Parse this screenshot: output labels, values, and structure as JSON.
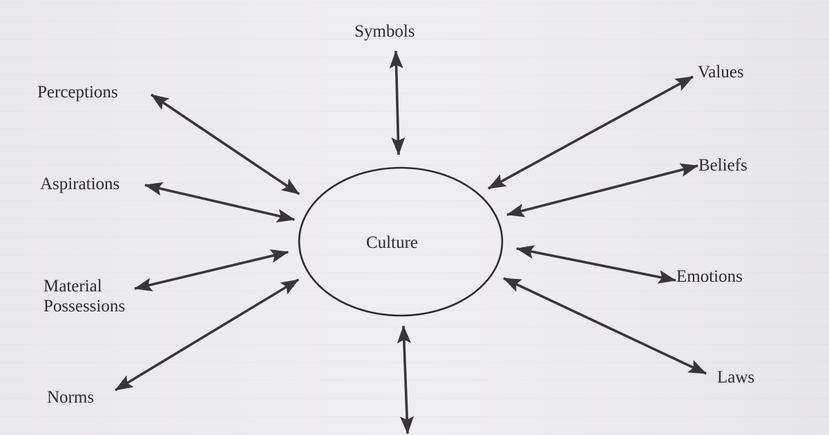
{
  "diagram": {
    "type": "hub-and-spoke",
    "colors": {
      "background": "#ecebef",
      "stroke": "#3a3537",
      "text": "#2f2a2c"
    },
    "center": {
      "label": "Culture"
    },
    "nodes": [
      {
        "id": "symbols",
        "label": "Symbols"
      },
      {
        "id": "values",
        "label": "Values"
      },
      {
        "id": "perceptions",
        "label": "Perceptions"
      },
      {
        "id": "beliefs",
        "label": "Beliefs"
      },
      {
        "id": "aspirations",
        "label": "Aspirations"
      },
      {
        "id": "material",
        "label_line1": "Material",
        "label_line2": "Possessions"
      },
      {
        "id": "emotions",
        "label": "Emotions"
      },
      {
        "id": "norms",
        "label": "Norms"
      },
      {
        "id": "laws",
        "label": "Laws"
      },
      {
        "id": "bottom",
        "label": ""
      }
    ],
    "edges": [
      {
        "from": "Culture",
        "to": "Symbols",
        "direction": "bidirectional"
      },
      {
        "from": "Culture",
        "to": "Values",
        "direction": "bidirectional"
      },
      {
        "from": "Culture",
        "to": "Perceptions",
        "direction": "bidirectional"
      },
      {
        "from": "Culture",
        "to": "Beliefs",
        "direction": "bidirectional"
      },
      {
        "from": "Culture",
        "to": "Aspirations",
        "direction": "bidirectional"
      },
      {
        "from": "Culture",
        "to": "Material Possessions",
        "direction": "bidirectional"
      },
      {
        "from": "Culture",
        "to": "Emotions",
        "direction": "bidirectional"
      },
      {
        "from": "Culture",
        "to": "Norms",
        "direction": "bidirectional"
      },
      {
        "from": "Culture",
        "to": "Laws",
        "direction": "bidirectional"
      },
      {
        "from": "Culture",
        "to": "(off-page, bottom)",
        "direction": "bidirectional"
      }
    ]
  }
}
